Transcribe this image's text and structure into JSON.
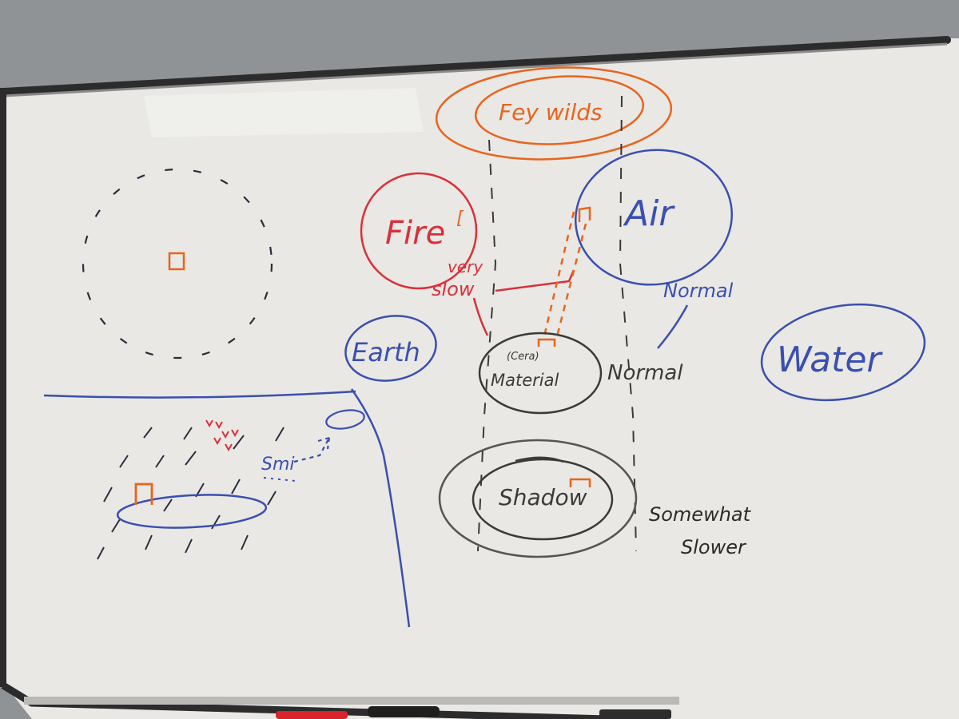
{
  "colors": {
    "wall": "#8f9396",
    "board": "#e9e8e4",
    "frame": "#2a2a2a",
    "orange": "#e8641e",
    "red": "#d9303a",
    "blue": "#3a4fb0",
    "black": "#3a3a3a"
  },
  "planes": {
    "fey_wilds": "Fey wilds",
    "fire": "Fire",
    "air": "Air",
    "earth": "Earth",
    "water": "Water",
    "material": "Material",
    "material_note": "(Cera)",
    "shadow": "Shadow"
  },
  "speeds": {
    "very": "very",
    "slow": "slow",
    "normal_air": "Normal",
    "normal_right": "Normal",
    "somewhat": "Somewhat",
    "slower": "Slower"
  },
  "sketch": {
    "smi_label": "Smi"
  }
}
